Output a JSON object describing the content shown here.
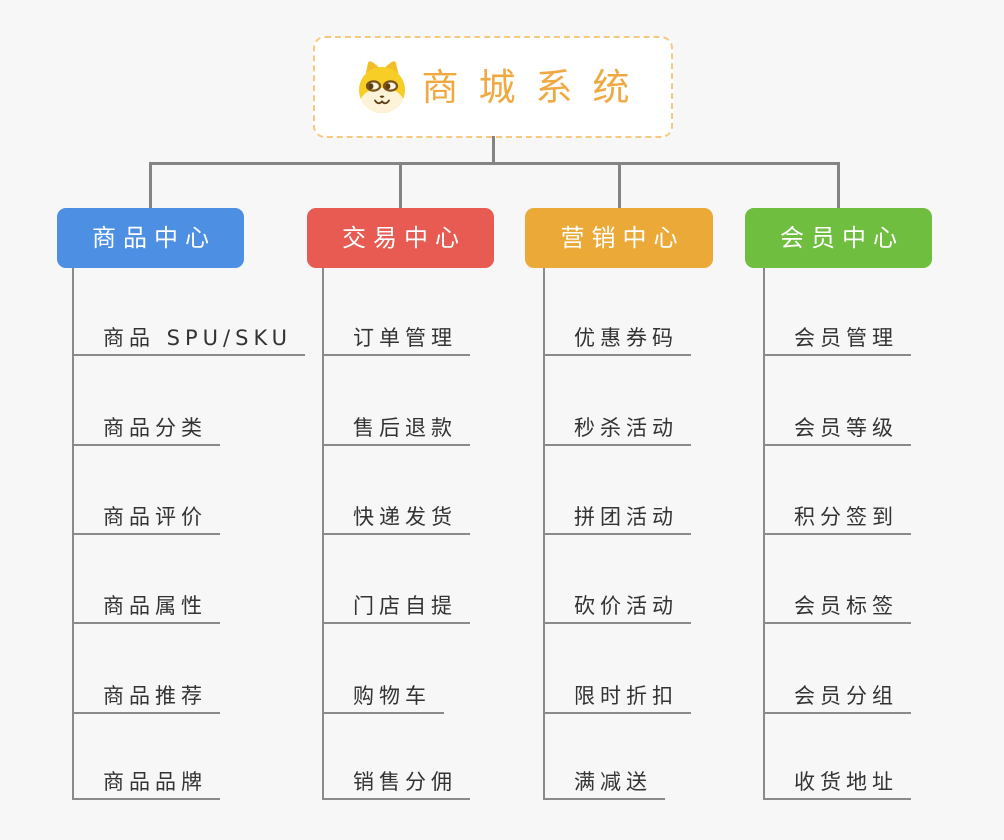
{
  "background": "#F7F7F7",
  "colors": {
    "connector": "#848484",
    "trunk_and_underline": "#8A8A8A",
    "leaf_text": "#333333",
    "root_text": "#F0A840",
    "root_border": "#F6C97E",
    "root_background": "#FFFFFF"
  },
  "root": {
    "label": "商城系统",
    "icon": "shiba-dog-icon",
    "label_color": "#F0A840"
  },
  "branches": [
    {
      "id": "product-center",
      "label": "商品中心",
      "color": "#4D8FE2",
      "items": [
        "商品 SPU/SKU",
        "商品分类",
        "商品评价",
        "商品属性",
        "商品推荐",
        "商品品牌"
      ]
    },
    {
      "id": "trade-center",
      "label": "交易中心",
      "color": "#E75B52",
      "items": [
        "订单管理",
        "售后退款",
        "快递发货",
        "门店自提",
        "购物车",
        "销售分佣"
      ]
    },
    {
      "id": "marketing-center",
      "label": "营销中心",
      "color": "#EBA938",
      "items": [
        "优惠券码",
        "秒杀活动",
        "拼团活动",
        "砍价活动",
        "限时折扣",
        "满减送"
      ]
    },
    {
      "id": "member-center",
      "label": "会员中心",
      "color": "#6FBE3F",
      "items": [
        "会员管理",
        "会员等级",
        "积分签到",
        "会员标签",
        "会员分组",
        "收货地址"
      ]
    }
  ]
}
